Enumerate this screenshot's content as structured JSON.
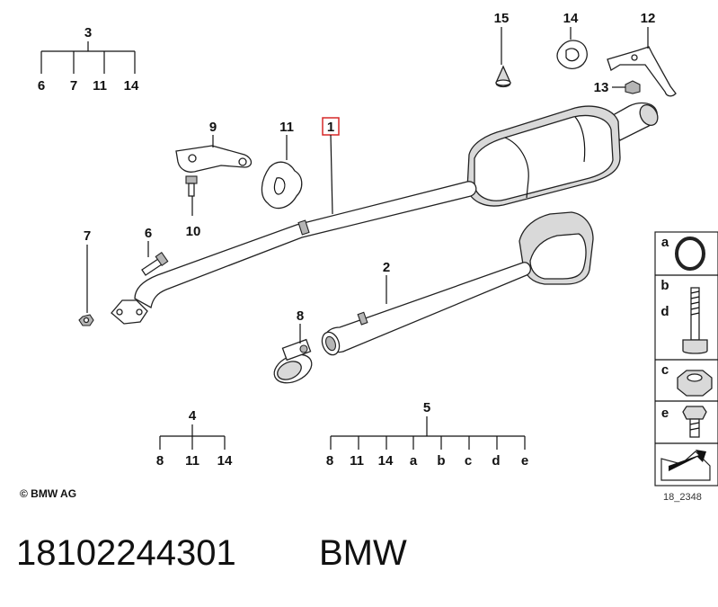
{
  "callouts": {
    "c1": "1",
    "c2": "2",
    "c3": "3",
    "c4": "4",
    "c5": "5",
    "c6": "6",
    "c7": "7",
    "c8": "8",
    "c9": "9",
    "c10": "10",
    "c11": "11",
    "c12": "12",
    "c13": "13",
    "c14": "14",
    "c15": "15"
  },
  "tree3": {
    "parent": "3",
    "children": [
      "6",
      "7",
      "11",
      "14"
    ]
  },
  "tree4": {
    "parent": "4",
    "children": [
      "8",
      "11",
      "14"
    ]
  },
  "tree5": {
    "parent": "5",
    "children": [
      "8",
      "11",
      "14",
      "a",
      "b",
      "c",
      "d",
      "e"
    ]
  },
  "legend": {
    "a": "a",
    "b": "b",
    "d": "d",
    "c": "c",
    "e": "e"
  },
  "copyright": "© BMW AG",
  "diagram_ref": "18_2348",
  "part_number": "18102244301",
  "brand": "BMW",
  "colors": {
    "highlight": "#d62828",
    "ink": "#111111"
  }
}
